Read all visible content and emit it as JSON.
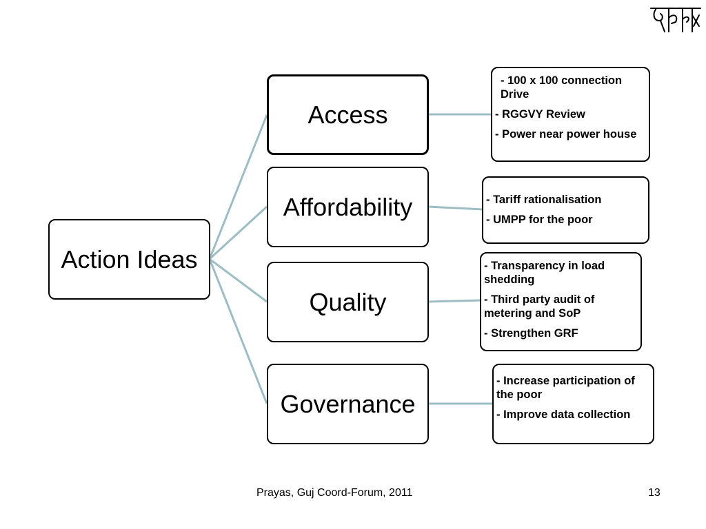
{
  "diagram": {
    "root": {
      "label": "Action Ideas"
    },
    "branches": [
      {
        "label": "Access",
        "details": [
          " - 100 x 100 connection Drive",
          "-  RGGVY Review",
          "-  Power near power house"
        ]
      },
      {
        "label": "Affordability",
        "details": [
          "- Tariff rationalisation",
          "- UMPP for the poor"
        ]
      },
      {
        "label": "Quality",
        "details": [
          "- Transparency in load shedding",
          "- Third party audit of metering and SoP",
          "- Strengthen GRF"
        ]
      },
      {
        "label": "Governance",
        "details": [
          "- Increase participation of the poor",
          "- Improve data collection"
        ]
      }
    ],
    "connector_color": "#9dbdc4"
  },
  "footer": {
    "source": "Prayas, Guj Coord-Forum, 2011",
    "page_number": "13"
  },
  "logo": {
    "icon": "prayas-devanagari-logo"
  }
}
